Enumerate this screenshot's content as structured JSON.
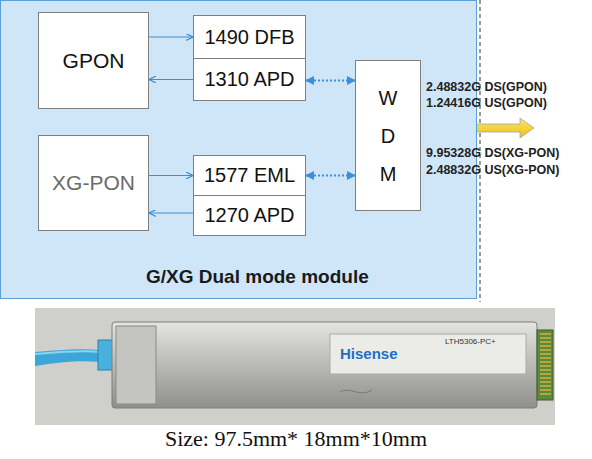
{
  "diagram": {
    "caption": "Size: 97.5mm* 18mm*10mm",
    "nodes": [
      {
        "text": [
          "G/XG Dual mode module"
        ]
      },
      {
        "text": [
          "GPON"
        ],
        "in": 0
      },
      {
        "text": [
          "1490 DFB"
        ],
        "in": 0
      },
      {
        "text": [
          "1310 APD"
        ],
        "in": 0
      },
      {
        "text": [
          "W D M"
        ],
        "in": 0
      },
      {
        "text": [
          "XG-PON"
        ],
        "in": 0
      },
      {
        "text": [
          "1577 EML"
        ],
        "in": 0
      },
      {
        "text": [
          "1270 APD"
        ],
        "in": 0
      }
    ],
    "edges": [
      {
        "from": 1,
        "to": 2,
        "arrow": "to"
      },
      {
        "from": 3,
        "to": 1,
        "arrow": "to"
      },
      {
        "from": 3,
        "to": 4,
        "arrow": "both"
      },
      {
        "from": 5,
        "to": 6,
        "arrow": "to"
      },
      {
        "from": 7,
        "to": 5,
        "arrow": "to"
      },
      {
        "from": 6,
        "to": 4,
        "arrow": "both"
      }
    ],
    "labels": [
      "2.48832G DS(GPON)",
      "1.24416G US(GPON)",
      "9.95328G DS(XG-PON)",
      "2.48832G US(XG-PON)",
      "Hisense",
      "LTH5306-PC+"
    ]
  }
}
